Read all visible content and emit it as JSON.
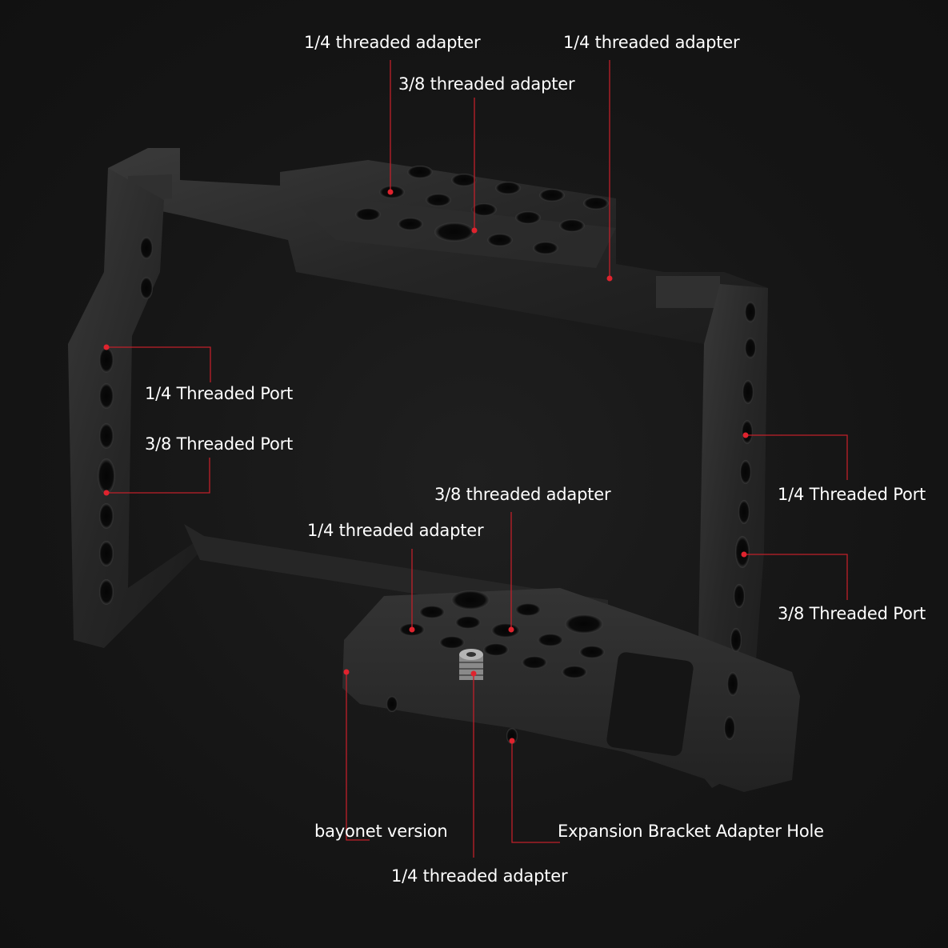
{
  "labels": {
    "top_left_14_adapter": "1/4 threaded adapter",
    "top_right_14_adapter": "1/4 threaded adapter",
    "top_38_adapter": "3/8 threaded adapter",
    "left_14_port": "1/4 Threaded Port",
    "left_38_port": "3/8 Threaded Port",
    "right_14_port": "1/4 Threaded Port",
    "right_38_port": "3/8 Threaded Port",
    "bottom_38_adapter": "3/8 threaded adapter",
    "bottom_14_adapter": "1/4 threaded adapter",
    "bayonet": "bayonet version",
    "expansion_hole": "Expansion Bracket Adapter Hole",
    "bottom_screw_14_adapter": "1/4 threaded adapter"
  },
  "colors": {
    "background": "#141414",
    "cage_metal": "#2a2a2a",
    "leader_line": "#c0202a",
    "label_text": "#ffffff"
  }
}
